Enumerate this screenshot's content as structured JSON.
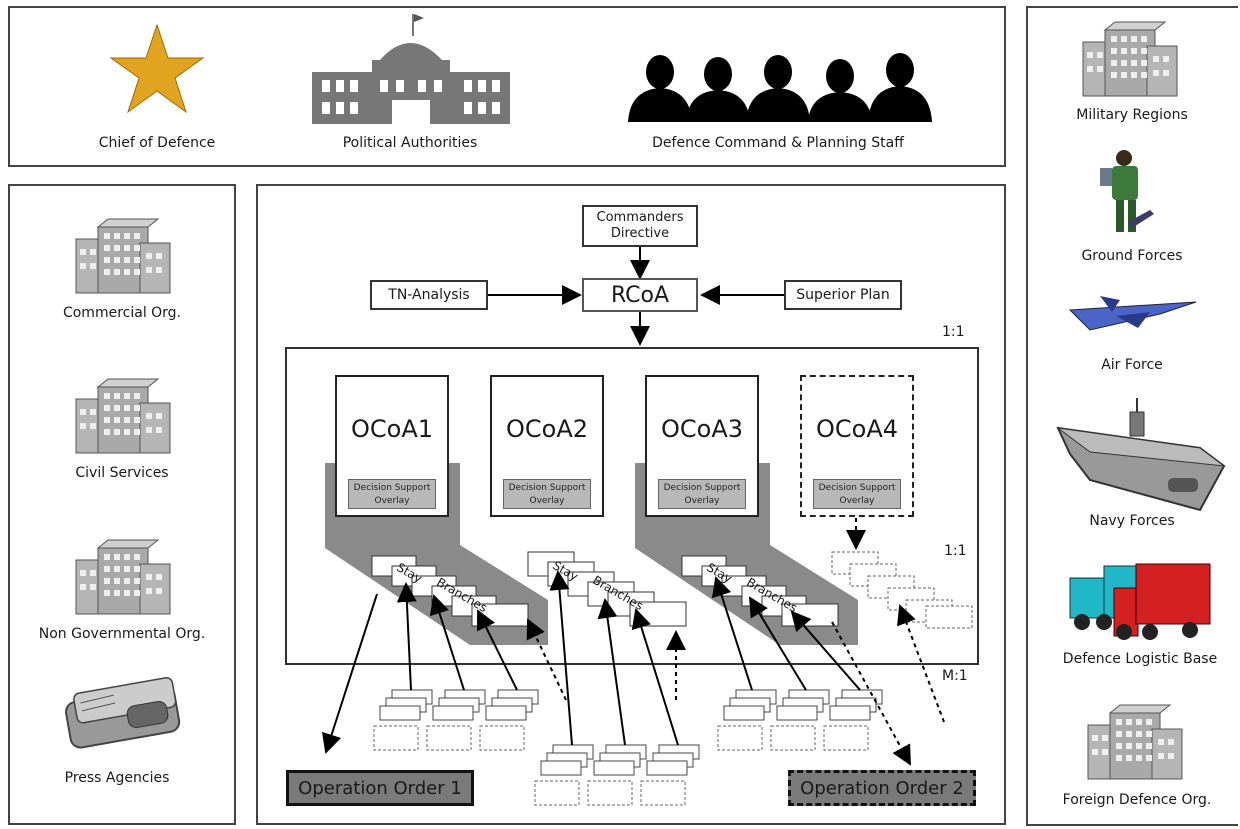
{
  "top_panel": {
    "chief_label": "Chief of Defence",
    "political_label": "Political Authorities",
    "staff_label": "Defence Command & Planning Staff"
  },
  "left_panel": {
    "items": [
      {
        "label": "Commercial Org.",
        "icon": "building-icon"
      },
      {
        "label": "Civil Services",
        "icon": "building-icon"
      },
      {
        "label": "Non Governmental Org.",
        "icon": "building-icon"
      },
      {
        "label": "Press Agencies",
        "icon": "newspaper-icon"
      }
    ]
  },
  "right_panel": {
    "items": [
      {
        "label": "Military Regions",
        "icon": "building-icon"
      },
      {
        "label": "Ground Forces",
        "icon": "soldier-icon"
      },
      {
        "label": "Air Force",
        "icon": "jet-icon"
      },
      {
        "label": "Navy Forces",
        "icon": "carrier-icon"
      },
      {
        "label": "Defence Logistic Base",
        "icon": "trucks-icon"
      },
      {
        "label": "Foreign Defence Org.",
        "icon": "building-icon"
      }
    ]
  },
  "center": {
    "commanders_directive": "Commanders Directive",
    "rcoa": "RCoA",
    "tn_analysis": "TN-Analysis",
    "superior_plan": "Superior Plan",
    "ratio_top": "1:1",
    "ratio_mid": "1:1",
    "ratio_bottom": "M:1",
    "ocoas": [
      {
        "label": "OCoA1",
        "dso": "Decision Support Overlay"
      },
      {
        "label": "OCoA2",
        "dso": "Decision Support Overlay"
      },
      {
        "label": "OCoA3",
        "dso": "Decision Support Overlay"
      },
      {
        "label": "OCoA4",
        "dso": "Decision Support Overlay"
      }
    ],
    "branch_label_1": "Stay",
    "branch_label_2": "Branches",
    "order1": "Operation Order 1",
    "order2": "Operation Order 2"
  },
  "colors": {
    "shade": "#8a8a8a",
    "dso": "#b8b8b8",
    "order_fill": "#7a7a7a",
    "building": "#a9a9a9",
    "star": "#e0a420",
    "jet": "#4a64c8",
    "truck_red": "#d42020",
    "truck_cyan": "#20b8c8"
  }
}
